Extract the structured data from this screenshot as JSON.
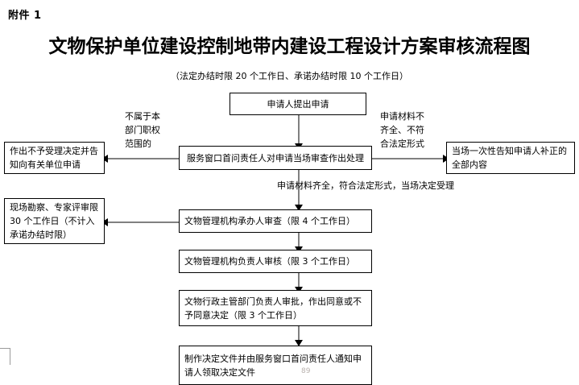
{
  "document": {
    "attachment_label": "附件 1",
    "title": "文物保护单位建设控制地带内建设工程设计方案审核流程图",
    "subtitle": "（法定办结时限 20 个工作日、承诺办结时限 10 个工作日）",
    "page_number": "89"
  },
  "flowchart": {
    "type": "flowchart",
    "orientation": "top-to-bottom",
    "nodes": [
      {
        "id": "apply",
        "label": "申请人提出申请",
        "role": "start"
      },
      {
        "id": "window-review",
        "label": "服务窗口首问责任人对申请当场审查作出处理",
        "role": "decision-process"
      },
      {
        "id": "reject-not-jurisdiction",
        "label": "作出不予受理决定并告知向有关单位申请",
        "role": "terminal-branch"
      },
      {
        "id": "notify-supplement",
        "label": "当场一次性告知申请人补正的全部内容",
        "role": "terminal-branch"
      },
      {
        "id": "site-survey",
        "label": "现场勘察、专家评审限 30 个工作日（不计入承诺办结时限）",
        "role": "side-branch"
      },
      {
        "id": "staff-review",
        "label": "文物管理机构承办人审查（限 4 个工作日）",
        "role": "process"
      },
      {
        "id": "manager-review",
        "label": "文物管理机构负责人审核（限 3 个工作日）",
        "role": "process"
      },
      {
        "id": "director-approve",
        "label": "文物行政主管部门负责人审批，作出同意或不予同意决定（限 3 个工作日）",
        "role": "process"
      },
      {
        "id": "issue-document",
        "label": "制作决定文件并由服务窗口首问责任人通知申请人领取决定文件",
        "role": "end"
      }
    ],
    "edge_labels": [
      {
        "id": "label-not-jurisdiction",
        "text": "不属于本\n部门职权\n范围的",
        "from": "window-review",
        "to": "reject-not-jurisdiction"
      },
      {
        "id": "label-incomplete",
        "text": "申请材料不\n齐全、不符\n合法定形式",
        "from": "window-review",
        "to": "notify-supplement"
      },
      {
        "id": "label-accepted",
        "text": "申请材料齐全，符合法定形式，当场决定受理",
        "from": "window-review",
        "to": "staff-review"
      }
    ]
  },
  "colors": {
    "border": "#000000",
    "connector": "#808080",
    "arrow": "#000000",
    "background": "#ffffff",
    "page_number": "#b9b2ae"
  }
}
